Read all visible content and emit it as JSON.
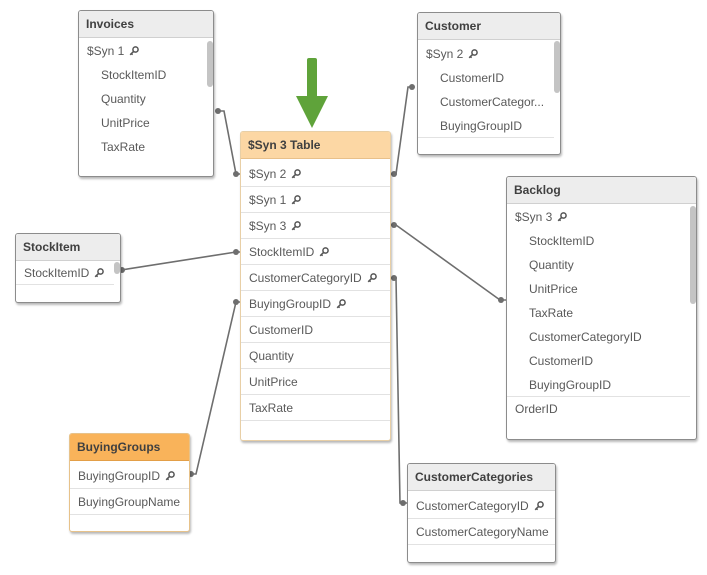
{
  "colors": {
    "arrow": "#5fa33a",
    "link": "#6e6e6e",
    "highlight_header": "#fcd7a4",
    "selected_header": "#f9b35a"
  },
  "tables": {
    "invoices": {
      "title": "Invoices",
      "fields": [
        "$Syn 1",
        "StockItemID",
        "Quantity",
        "UnitPrice",
        "TaxRate"
      ]
    },
    "customer": {
      "title": "Customer",
      "fields": [
        "$Syn 2",
        "CustomerID",
        "CustomerCategor...",
        "BuyingGroupID"
      ]
    },
    "syn3": {
      "title": "$Syn 3 Table",
      "fields": [
        "$Syn 2",
        "$Syn 1",
        "$Syn 3",
        "StockItemID",
        "CustomerCategoryID",
        "BuyingGroupID",
        "CustomerID",
        "Quantity",
        "UnitPrice",
        "TaxRate"
      ]
    },
    "backlog": {
      "title": "Backlog",
      "fields": [
        "$Syn 3",
        "StockItemID",
        "Quantity",
        "UnitPrice",
        "TaxRate",
        "CustomerCategoryID",
        "CustomerID",
        "BuyingGroupID",
        "OrderID"
      ]
    },
    "stockitem": {
      "title": "StockItem",
      "fields": [
        "StockItemID"
      ]
    },
    "buyinggroups": {
      "title": "BuyingGroups",
      "fields": [
        "BuyingGroupID",
        "BuyingGroupName"
      ]
    },
    "customercategories": {
      "title": "CustomerCategories",
      "fields": [
        "CustomerCategoryID",
        "CustomerCategoryName"
      ]
    }
  }
}
